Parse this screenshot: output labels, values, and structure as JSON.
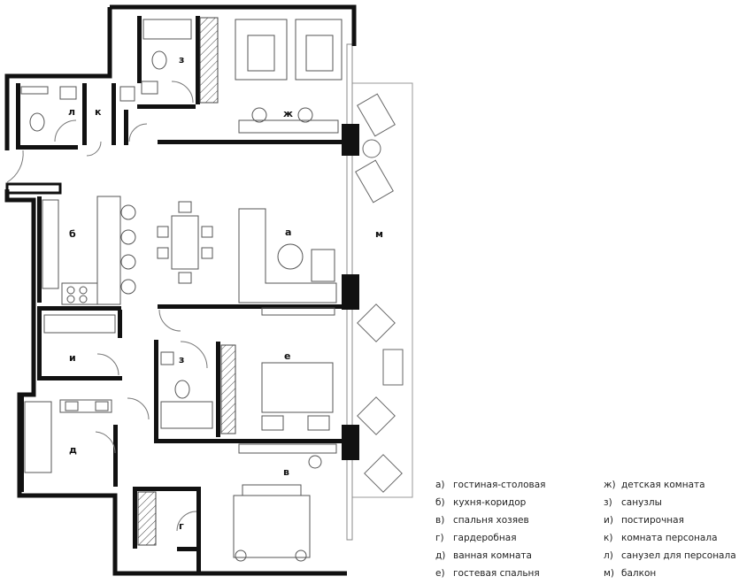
{
  "rooms": {
    "a": "а",
    "b": "б",
    "v": "в",
    "g": "г",
    "d": "д",
    "e": "е",
    "zh": "ж",
    "z1": "з",
    "z2": "з",
    "i": "и",
    "k": "к",
    "l": "л",
    "m": "м"
  },
  "legend": [
    {
      "key": "а)",
      "text": "гостиная-столовая"
    },
    {
      "key": "ж)",
      "text": "детская комната"
    },
    {
      "key": "б)",
      "text": "кухня-коридор"
    },
    {
      "key": "з)",
      "text": "санузлы"
    },
    {
      "key": "в)",
      "text": "спальня хозяев"
    },
    {
      "key": "и)",
      "text": "постирочная"
    },
    {
      "key": "г)",
      "text": "гардеробная"
    },
    {
      "key": "к)",
      "text": "комната персонала"
    },
    {
      "key": "д)",
      "text": "ванная комната"
    },
    {
      "key": "л)",
      "text": "санузел для персонала"
    },
    {
      "key": "е)",
      "text": "гостевая спальня"
    },
    {
      "key": "м)",
      "text": "балкон"
    }
  ]
}
